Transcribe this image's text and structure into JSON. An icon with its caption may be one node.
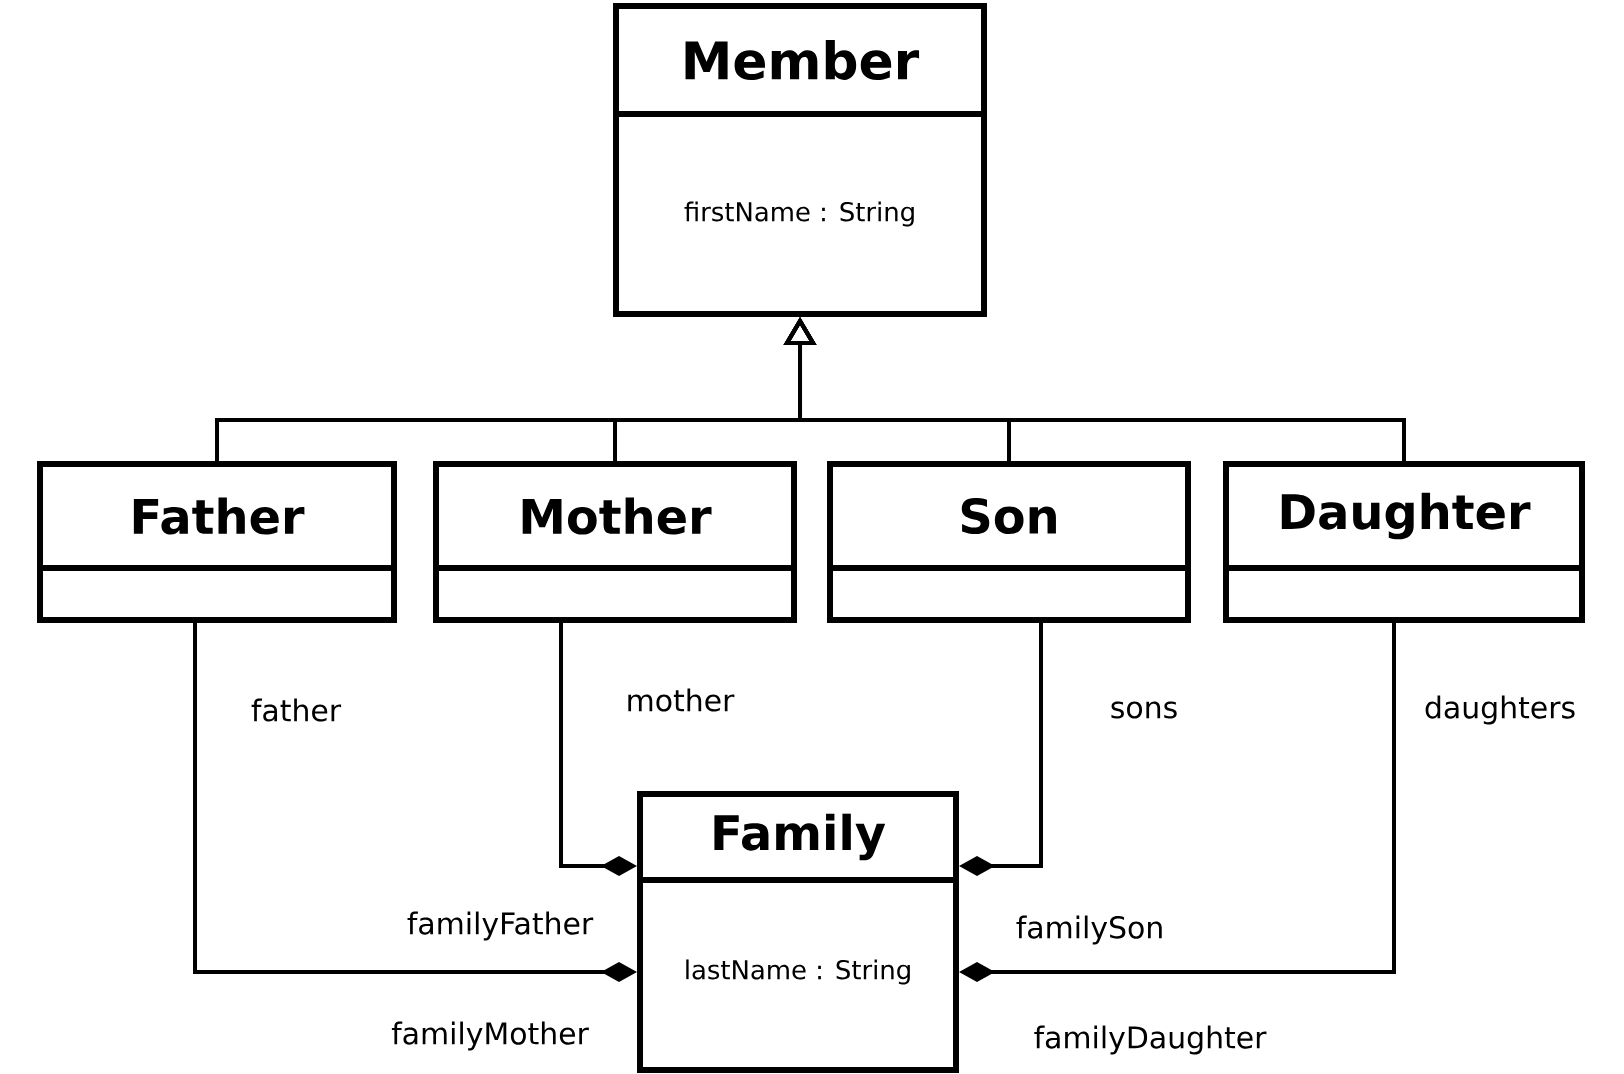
{
  "diagram": {
    "nodes": [
      {
        "text": [
          "Member",
          "firstName : String"
        ]
      },
      {
        "text": [
          "Father"
        ]
      },
      {
        "text": [
          "Mother"
        ]
      },
      {
        "text": [
          "Son"
        ]
      },
      {
        "text": [
          "Daughter"
        ]
      },
      {
        "text": [
          "Family",
          "lastName : String"
        ]
      }
    ],
    "edges": [
      {
        "from": 1,
        "to": 0,
        "arrow": "to"
      },
      {
        "from": 2,
        "to": 0,
        "arrow": "to"
      },
      {
        "from": 3,
        "to": 0,
        "arrow": "to"
      },
      {
        "from": 4,
        "to": 0,
        "arrow": "to"
      },
      {
        "from": 1,
        "to": 5,
        "arrow": "other",
        "label": "father"
      },
      {
        "from": 2,
        "to": 5,
        "arrow": "other",
        "label": "mother"
      },
      {
        "from": 3,
        "to": 5,
        "arrow": "other",
        "label": "sons"
      },
      {
        "from": 4,
        "to": 5,
        "arrow": "other",
        "label": "daughters"
      }
    ],
    "labels": [
      "familyFather",
      "familyMother",
      "familySon",
      "familyDaughter"
    ]
  }
}
